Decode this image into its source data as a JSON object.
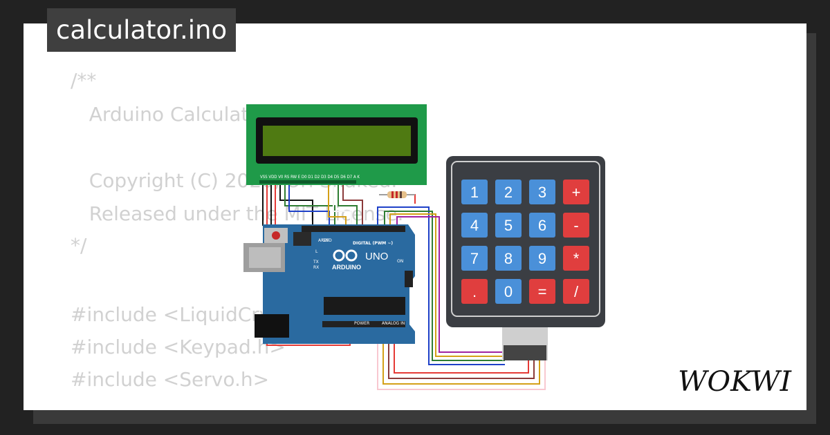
{
  "title": "calculator.ino",
  "code_lines": [
    {
      "text": "/**"
    },
    {
      "text": "   Arduino Calculator"
    },
    {
      "text": "   Copyright (C) 2020, Uri Shaked."
    },
    {
      "text": "   Released under the MIT License."
    },
    {
      "text": "*/"
    },
    {
      "text": "#include <LiquidCrystal.h>"
    },
    {
      "text": "#include <Keypad.h>"
    },
    {
      "text": "#include <Servo.h>"
    }
  ],
  "lcd": {
    "pin_labels": "VSS VDD V0 RS RW E D0 D1 D2 D3 D4 D5 D6 D7 A K"
  },
  "arduino": {
    "brand": "ARDUINO",
    "model": "UNO",
    "digital_label": "DIGITAL (PWM ~)",
    "power_label": "POWER",
    "analog_label": "ANALOG IN",
    "on_label": "ON",
    "tx_label": "TX",
    "rx_label": "RX",
    "l_label": "L",
    "aref_label": "AREF",
    "gnd_label": "GND"
  },
  "keypad": {
    "keys": [
      {
        "label": "1",
        "color": "#4a90d9"
      },
      {
        "label": "2",
        "color": "#4a90d9"
      },
      {
        "label": "3",
        "color": "#4a90d9"
      },
      {
        "label": "+",
        "color": "#e03e3e"
      },
      {
        "label": "4",
        "color": "#4a90d9"
      },
      {
        "label": "5",
        "color": "#4a90d9"
      },
      {
        "label": "6",
        "color": "#4a90d9"
      },
      {
        "label": "-",
        "color": "#e03e3e"
      },
      {
        "label": "7",
        "color": "#4a90d9"
      },
      {
        "label": "8",
        "color": "#4a90d9"
      },
      {
        "label": "9",
        "color": "#4a90d9"
      },
      {
        "label": "*",
        "color": "#e03e3e"
      },
      {
        "label": ".",
        "color": "#e03e3e"
      },
      {
        "label": "0",
        "color": "#4a90d9"
      },
      {
        "label": "=",
        "color": "#e03e3e"
      },
      {
        "label": "/",
        "color": "#e03e3e"
      }
    ]
  },
  "logo": "WOKWI",
  "colors": {
    "page_bg": "#222222",
    "card_bg": "#ffffff",
    "code_text": "#d1d1d1",
    "lcd_board": "#1f9a49",
    "lcd_screen": "#4f7a12",
    "arduino_board": "#2a6aa0",
    "keypad_body": "#3b3e43"
  }
}
